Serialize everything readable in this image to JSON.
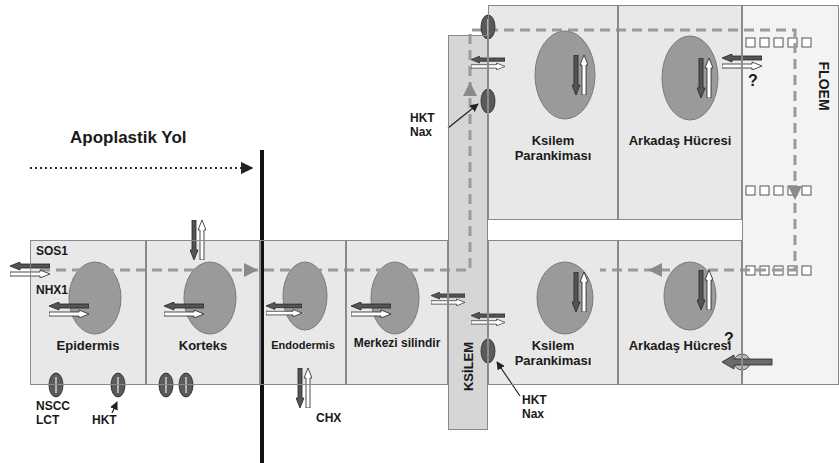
{
  "diagram": {
    "nodes": [
      {
        "text": [
          "Epidermis"
        ]
      },
      {
        "text": [
          "Korteks"
        ]
      },
      {
        "text": [
          "Endodermis"
        ]
      },
      {
        "text": [
          "Merkezi silindir"
        ]
      },
      {
        "text": [
          "KSİLEM"
        ]
      },
      {
        "text": [
          "Ksilem Parankiması"
        ]
      },
      {
        "text": [
          "Arkadaş Hücresi"
        ]
      },
      {
        "text": [
          "Ksilem Parankiması"
        ]
      },
      {
        "text": [
          "Arkadaş Hücresi"
        ]
      },
      {
        "text": [
          "FLOEM"
        ]
      }
    ],
    "labels": [
      "Apoplastik Yol",
      "SOS1",
      "NHX1",
      "NSCC LCT",
      "HKT",
      "CHX",
      "HKT Nax",
      "HKT Nax",
      "?",
      "?"
    ]
  }
}
